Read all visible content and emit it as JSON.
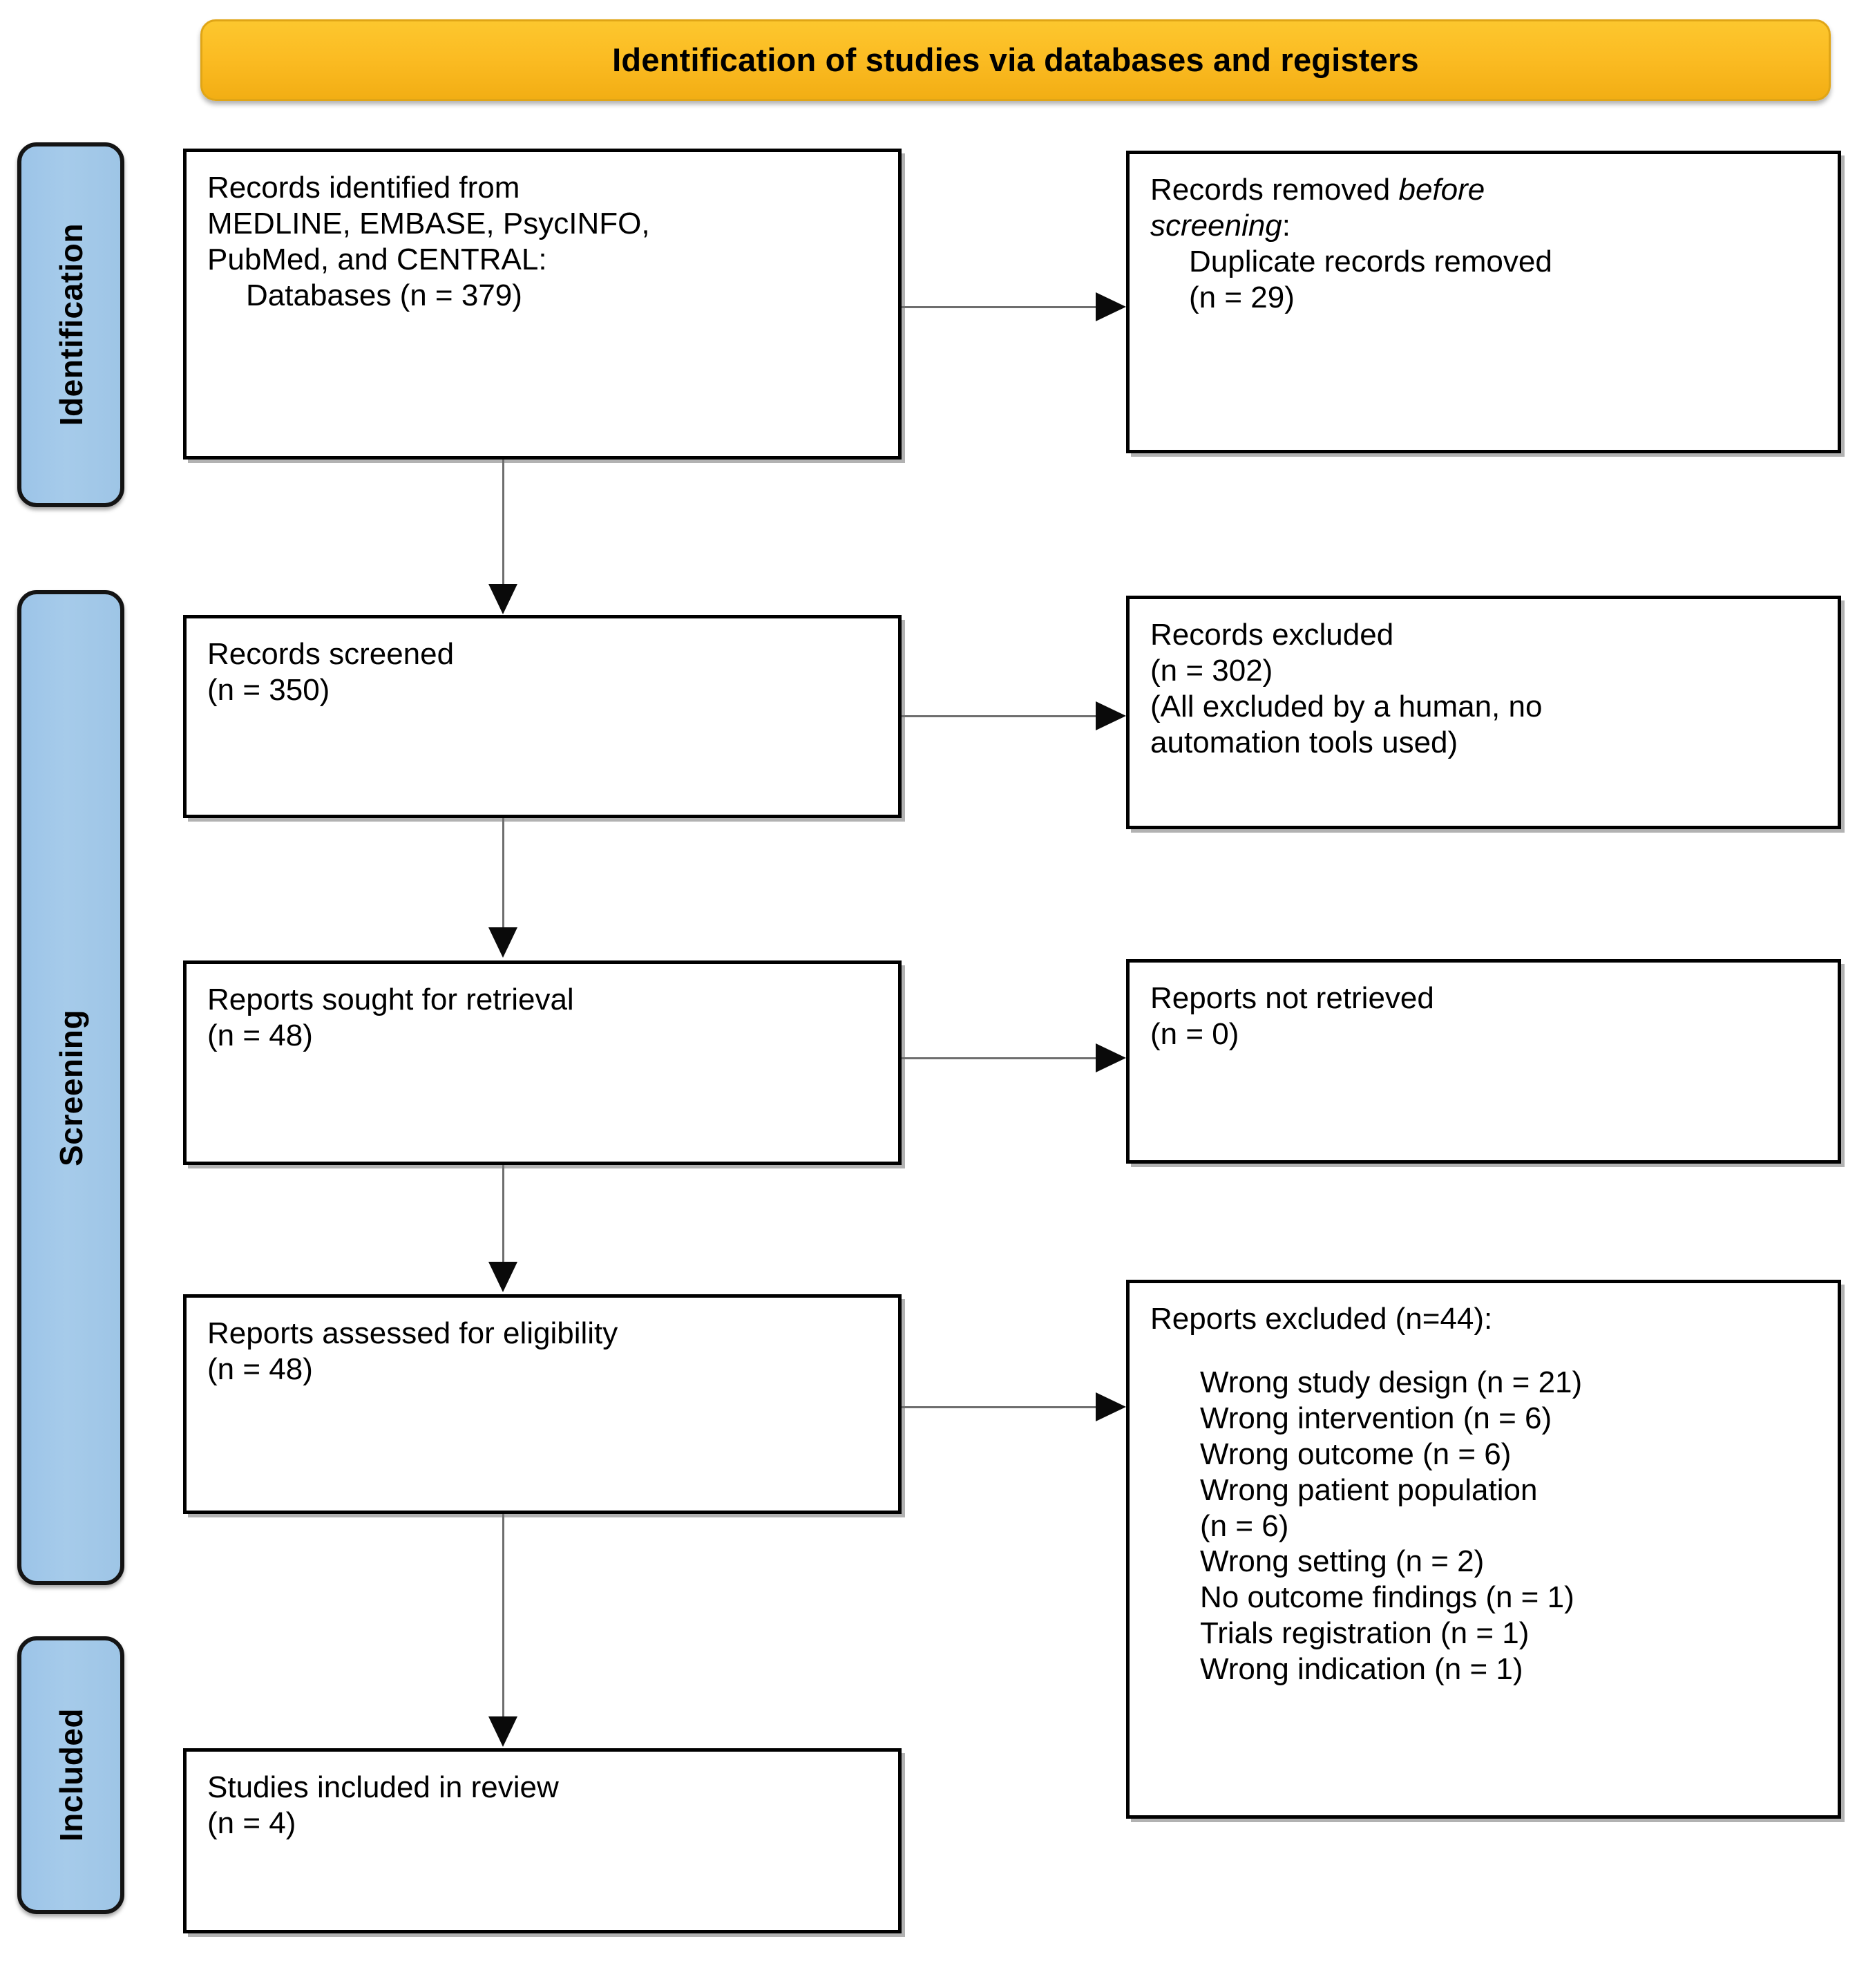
{
  "header": {
    "title": "Identification of studies via databases and registers",
    "background_color": "#fbbf24",
    "border_color": "#e0a516"
  },
  "stages": [
    {
      "label": "Identification",
      "color": "#a6cbea"
    },
    {
      "label": "Screening",
      "color": "#a6cbea"
    },
    {
      "label": "Included",
      "color": "#a6cbea"
    }
  ],
  "boxes": {
    "identified": {
      "line1": "Records identified from",
      "line2": "MEDLINE, EMBASE, PsycINFO,",
      "line3": "PubMed, and CENTRAL:",
      "line4": "Databases (n = 379)"
    },
    "removed": {
      "line1_prefix": "Records removed ",
      "line1_italic": "before",
      "line2_italic": "screening",
      "line2_suffix": ":",
      "line3": "Duplicate records removed",
      "line4": "(n = 29)"
    },
    "screened": {
      "line1": "Records screened",
      "line2": "(n = 350)"
    },
    "records_excluded": {
      "line1": "Records excluded",
      "line2": "(n = 302)",
      "line3": "(All excluded by a human, no",
      "line4": "automation tools used)"
    },
    "sought": {
      "line1": "Reports sought for retrieval",
      "line2": "(n = 48)"
    },
    "not_retrieved": {
      "line1": "Reports not retrieved",
      "line2": "(n = 0)"
    },
    "assessed": {
      "line1": "Reports assessed for eligibility",
      "line2": "(n = 48)"
    },
    "reports_excluded": {
      "heading": "Reports excluded (n=44):",
      "reasons": [
        "Wrong study design (n = 21)",
        "Wrong intervention (n = 6)",
        "Wrong outcome (n = 6)",
        "Wrong patient population",
        "(n = 6)",
        "Wrong setting (n = 2)",
        "No outcome findings (n = 1)",
        "Trials registration (n = 1)",
        "Wrong indication (n = 1)"
      ]
    },
    "included": {
      "line1": "Studies included in review",
      "line2": "(n = 4)"
    }
  },
  "chart_data": {
    "type": "diagram",
    "title": "Identification of studies via databases and registers",
    "nodes": [
      {
        "id": "identified",
        "stage": "Identification",
        "label": "Records identified from MEDLINE, EMBASE, PsycINFO, PubMed, and CENTRAL: Databases",
        "n": 379
      },
      {
        "id": "removed",
        "stage": "Identification",
        "label": "Records removed before screening: Duplicate records removed",
        "n": 29
      },
      {
        "id": "screened",
        "stage": "Screening",
        "label": "Records screened",
        "n": 350
      },
      {
        "id": "records_excluded",
        "stage": "Screening",
        "label": "Records excluded (All excluded by a human, no automation tools used)",
        "n": 302
      },
      {
        "id": "sought",
        "stage": "Screening",
        "label": "Reports sought for retrieval",
        "n": 48
      },
      {
        "id": "not_retrieved",
        "stage": "Screening",
        "label": "Reports not retrieved",
        "n": 0
      },
      {
        "id": "assessed",
        "stage": "Screening",
        "label": "Reports assessed for eligibility",
        "n": 48
      },
      {
        "id": "reports_excluded",
        "stage": "Screening",
        "label": "Reports excluded",
        "n": 44
      },
      {
        "id": "included",
        "stage": "Included",
        "label": "Studies included in review",
        "n": 4
      }
    ],
    "exclusion_reasons": [
      {
        "reason": "Wrong study design",
        "n": 21
      },
      {
        "reason": "Wrong intervention",
        "n": 6
      },
      {
        "reason": "Wrong outcome",
        "n": 6
      },
      {
        "reason": "Wrong patient population",
        "n": 6
      },
      {
        "reason": "Wrong setting",
        "n": 2
      },
      {
        "reason": "No outcome findings",
        "n": 1
      },
      {
        "reason": "Trials registration",
        "n": 1
      },
      {
        "reason": "Wrong indication",
        "n": 1
      }
    ],
    "edges": [
      {
        "from": "identified",
        "to": "removed",
        "direction": "right"
      },
      {
        "from": "identified",
        "to": "screened",
        "direction": "down"
      },
      {
        "from": "screened",
        "to": "records_excluded",
        "direction": "right"
      },
      {
        "from": "screened",
        "to": "sought",
        "direction": "down"
      },
      {
        "from": "sought",
        "to": "not_retrieved",
        "direction": "right"
      },
      {
        "from": "sought",
        "to": "assessed",
        "direction": "down"
      },
      {
        "from": "assessed",
        "to": "reports_excluded",
        "direction": "right"
      },
      {
        "from": "assessed",
        "to": "included",
        "direction": "down"
      }
    ]
  }
}
